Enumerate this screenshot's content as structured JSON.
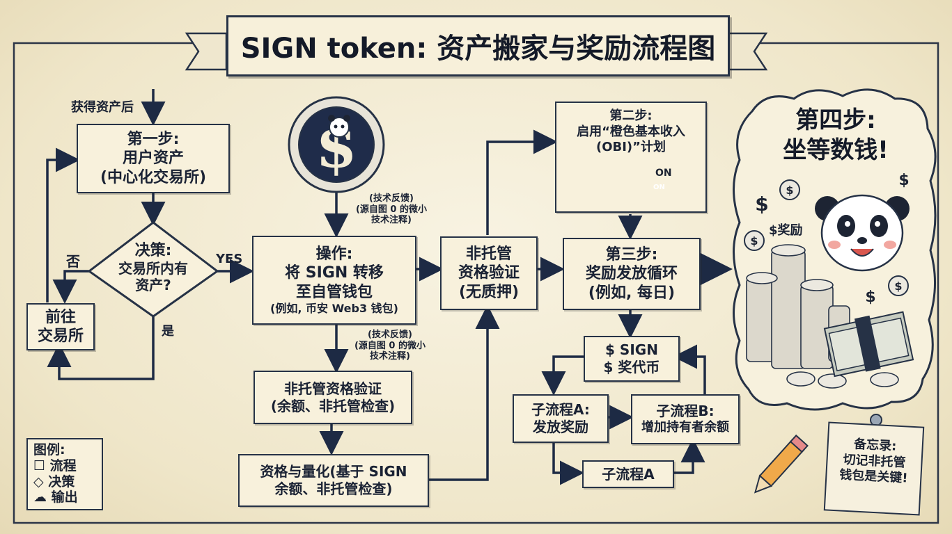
{
  "title": "SIGN token: 资产搬家与奖励流程图",
  "start_label": "获得资产后",
  "step1": {
    "line1": "第一步:",
    "line2": "用户资产",
    "line3": "(中心化交易所)"
  },
  "decision": {
    "line1": "决策:",
    "line2": "交易所内有",
    "line3": "资产?"
  },
  "labels": {
    "no": "否",
    "yes_en": "YES",
    "yes_cn": "是"
  },
  "goto_exchange": {
    "line1": "前往",
    "line2": "交易所"
  },
  "tech_note": {
    "line1": "(技术反馈)",
    "line2": "(源自图 0 的微小",
    "line3": "技术注释)"
  },
  "operation": {
    "line1": "操作:",
    "line2": "将 SIGN 转移",
    "line3": "至自管钱包",
    "line4": "(例如, 币安 Web3 钱包)"
  },
  "verify_box": {
    "line1": "非托管资格验证",
    "line2": "(余额、非托管检查)"
  },
  "quantify_box": {
    "line1": "资格与量化(基于 SIGN",
    "line2": "余额、非托管检查)"
  },
  "noncustody": {
    "line1": "非托管",
    "line2": "资格验证",
    "line3": "(无质押)"
  },
  "step2": {
    "line1": "第二步:",
    "line2": "启用“橙色基本收入",
    "line3": "(OBI)”计划",
    "toggle_label": "ON",
    "toggle_text": "ON"
  },
  "step3": {
    "line1": "第三步:",
    "line2": "奖励发放循环",
    "line3": "(例如, 每日)"
  },
  "sign_reward": {
    "line1": "$ SIGN",
    "line2": "$ 奖代币"
  },
  "subA": {
    "line1": "子流程A:",
    "line2": "发放奖励"
  },
  "subB": {
    "line1": "子流程B:",
    "line2": "增加持有者余额"
  },
  "subA2": "子流程A",
  "step4": {
    "line1": "第四步:",
    "line2": "坐等数钱!"
  },
  "reward_tag": "$奖励",
  "legend": {
    "title": "图例:",
    "process": "☐ 流程",
    "decision": "◇ 决策",
    "output": "☁ 输出"
  },
  "memo": {
    "line1": "备忘录:",
    "line2": "切记非托管",
    "line3": "钱包是关键!"
  },
  "colors": {
    "ink": "#263246",
    "paper": "#f8f1dc",
    "orange": "#f08a1c",
    "coin": "#e7e3d6"
  }
}
